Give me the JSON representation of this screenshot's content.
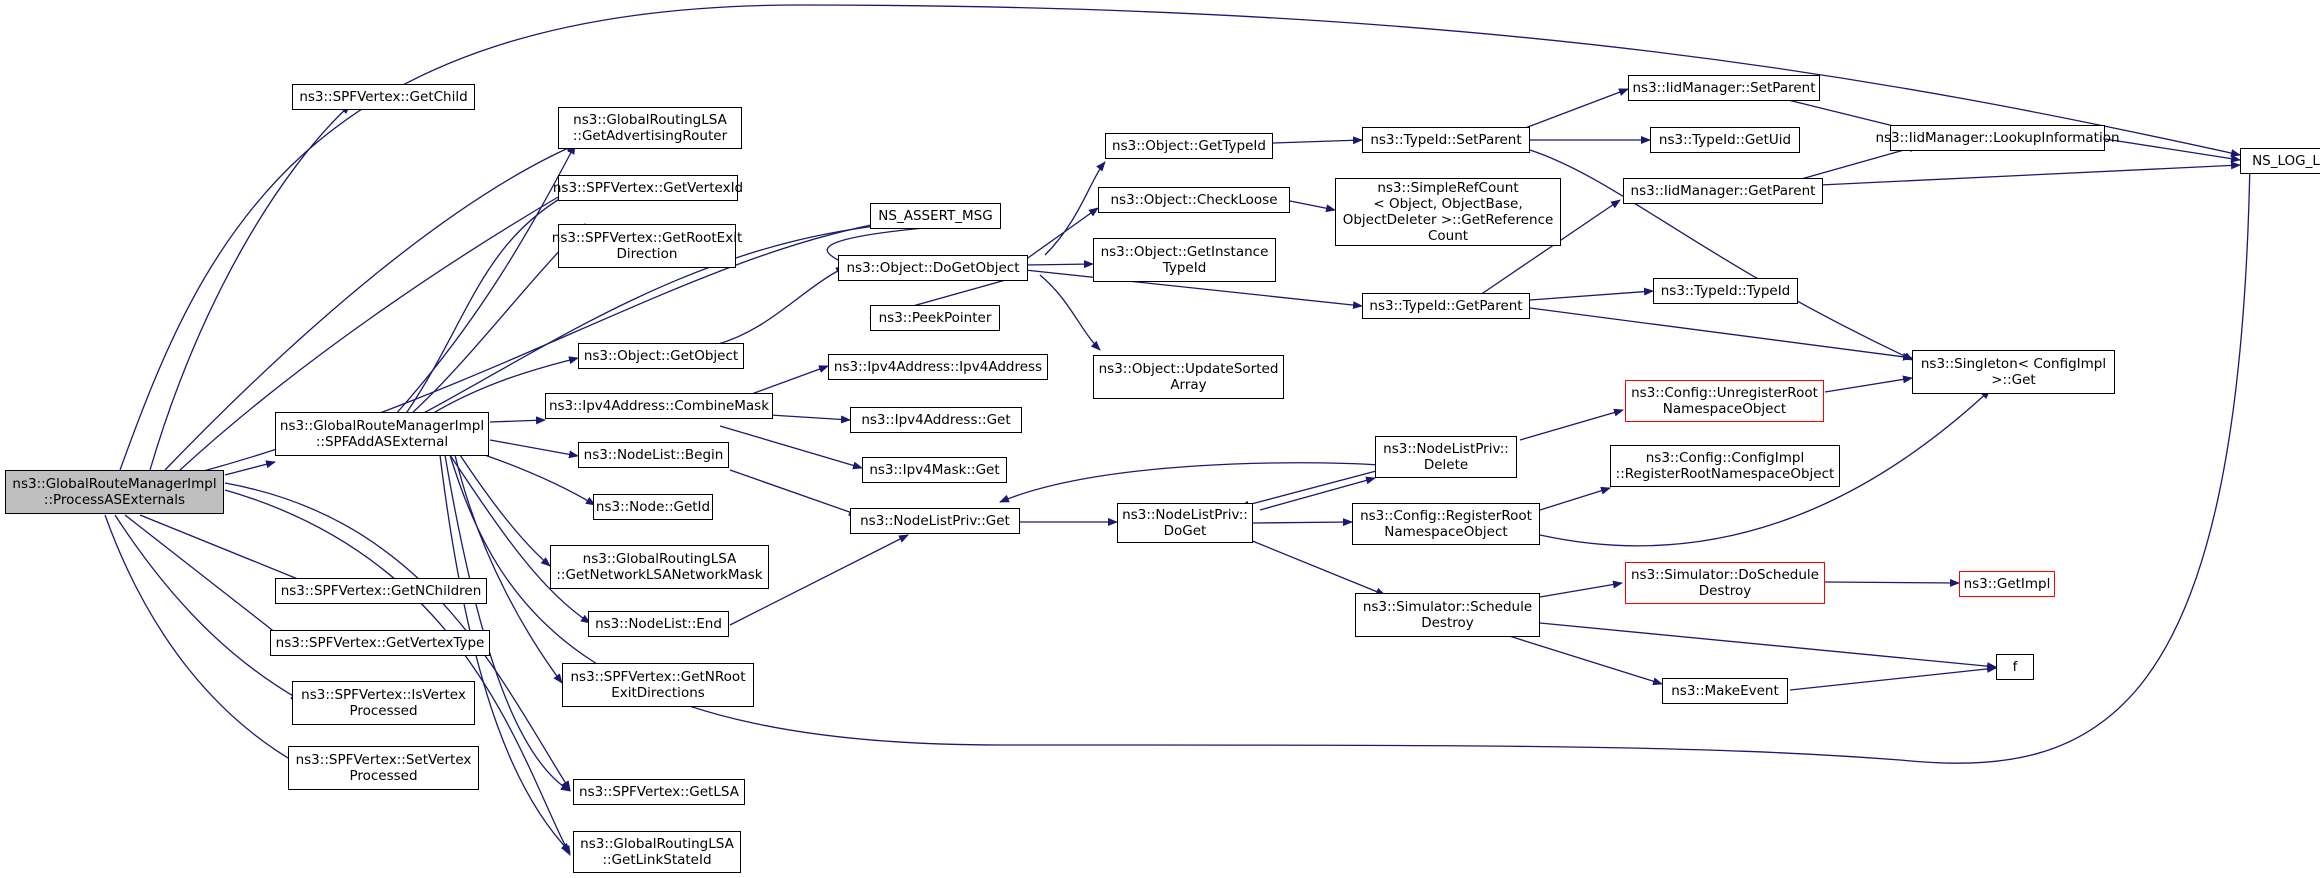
{
  "nodes": {
    "process": "ns3::GlobalRouteManagerImpl\n::ProcessASExternals",
    "spfadd": "ns3::GlobalRouteManagerImpl\n::SPFAddASExternal",
    "getchild": "ns3::SPFVertex::GetChild",
    "getadvrouter": "ns3::GlobalRoutingLSA\n::GetAdvertisingRouter",
    "getvertexid": "ns3::SPFVertex::GetVertexId",
    "getrootexit": "ns3::SPFVertex::GetRootExit\nDirection",
    "assertmsg": "NS_ASSERT_MSG",
    "getobject": "ns3::Object::GetObject",
    "combinemask": "ns3::Ipv4Address::CombineMask",
    "nlbegin": "ns3::NodeList::Begin",
    "nodegetid": "ns3::Node::GetId",
    "getnetmask": "ns3::GlobalRoutingLSA\n::GetNetworkLSANetworkMask",
    "nlend": "ns3::NodeList::End",
    "getnrootexit": "ns3::SPFVertex::GetNRoot\nExitDirections",
    "getlsa": "ns3::SPFVertex::GetLSA",
    "getlinkstateid": "ns3::GlobalRoutingLSA\n::GetLinkStateId",
    "getnchildren": "ns3::SPFVertex::GetNChildren",
    "getvertextype": "ns3::SPFVertex::GetVertexType",
    "isvertexprocessed": "ns3::SPFVertex::IsVertex\nProcessed",
    "setvertexprocessed": "ns3::SPFVertex::SetVertex\nProcessed",
    "dogetobject": "ns3::Object::DoGetObject",
    "peekpointer": "ns3::PeekPointer",
    "ipv4ctor": "ns3::Ipv4Address::Ipv4Address",
    "ipv4get": "ns3::Ipv4Address::Get",
    "maskget": "ns3::Ipv4Mask::Get",
    "nlprivget": "ns3::NodeListPriv::Get",
    "gettypeid": "ns3::Object::GetTypeId",
    "checkloose": "ns3::Object::CheckLoose",
    "getinstancetypeid": "ns3::Object::GetInstance\nTypeId",
    "updatesorted": "ns3::Object::UpdateSorted\nArray",
    "typeidsetparent": "ns3::TypeId::SetParent",
    "simplerefcount": "ns3::SimpleRefCount\n< Object, ObjectBase,\n ObjectDeleter >::GetReference\nCount",
    "typeidgetparent": "ns3::TypeId::GetParent",
    "nlprivdoget": "ns3::NodeListPriv::\nDoGet",
    "nlprivdelete": "ns3::NodeListPriv::\nDelete",
    "configregister": "ns3::Config::RegisterRoot\nNamespaceObject",
    "simschedule": "ns3::Simulator::Schedule\nDestroy",
    "iidsetparent": "ns3::IidManager::SetParent",
    "typeidgetuid": "ns3::TypeId::GetUid",
    "iidgetparent": "ns3::IidManager::GetParent",
    "typeidtypeid": "ns3::TypeId::TypeId",
    "configunregister": "ns3::Config::UnregisterRoot\nNamespaceObject",
    "configimplregister": "ns3::Config::ConfigImpl\n::RegisterRootNamespaceObject",
    "simdoschedule": "ns3::Simulator::DoSchedule\nDestroy",
    "makeevent": "ns3::MakeEvent",
    "iidlookup": "ns3::IidManager::LookupInformation",
    "singletonget": "ns3::Singleton< ConfigImpl\n >::Get",
    "getimpl": "ns3::GetImpl",
    "f": "f",
    "nslog": "NS_LOG_LOGIC"
  },
  "colors": {
    "edge": "#191970",
    "node_border": "#000000",
    "root_fill": "#bfbfbf",
    "truncated_border": "#ff0000"
  }
}
